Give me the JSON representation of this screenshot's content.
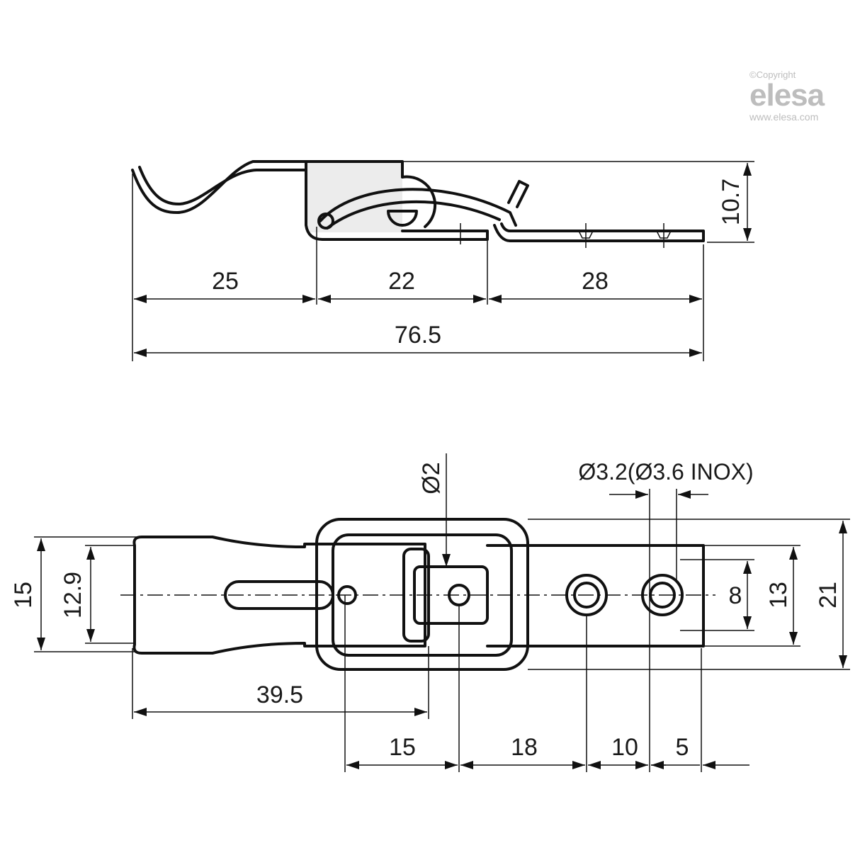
{
  "logo": {
    "copyright": "©Copyright",
    "brand": "elesa",
    "url": "www.elesa.com"
  },
  "side_view": {
    "height": "10.7",
    "segment_1": "25",
    "segment_2": "22",
    "segment_3": "28",
    "overall_length": "76.5"
  },
  "top_view": {
    "pin_diameter": "Ø2",
    "hole_diameter": "Ø3.2(Ø3.6 INOX)",
    "handle_width": "15",
    "handle_inner_width": "12.9",
    "hole_spacing_width": "8",
    "plate_width": "13",
    "overall_width": "21",
    "handle_length": "39.5",
    "spacing_1": "15",
    "spacing_2": "18",
    "spacing_3": "10",
    "spacing_4": "5"
  }
}
